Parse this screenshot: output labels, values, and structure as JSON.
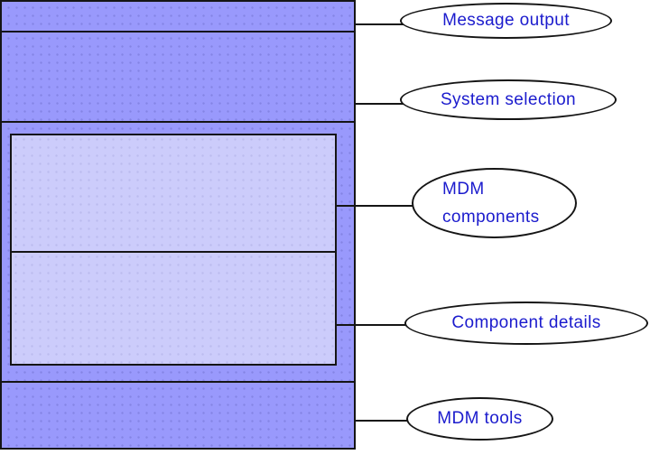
{
  "diagram": {
    "callouts": [
      {
        "id": "message-output",
        "label": "Message output"
      },
      {
        "id": "system-selection",
        "label": "System selection"
      },
      {
        "id": "mdm-components",
        "label": "MDM components"
      },
      {
        "id": "component-details",
        "label": "Component details"
      },
      {
        "id": "mdm-tools",
        "label": "MDM tools"
      }
    ],
    "colors": {
      "panel_fill": "#9999fc",
      "inner_panel_fill": "#ccccfb",
      "outline": "#151515",
      "label_text": "#1b1bcd",
      "callout_fill": "#ffffff",
      "background": "#ffffff"
    }
  }
}
